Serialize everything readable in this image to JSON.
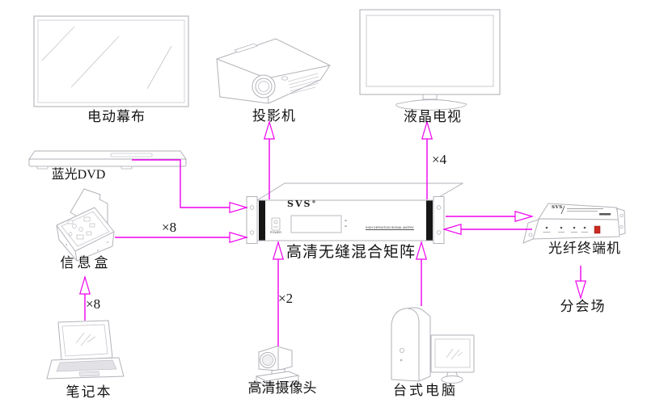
{
  "colors": {
    "arrow": "#ee00ee",
    "outline": "#b2b2ba",
    "outline_light": "#c6c6cc",
    "rack_bar": "#161616",
    "led_red": "#cc2a22"
  },
  "devices": {
    "screen": {
      "label": "电动幕布"
    },
    "projector": {
      "label": "投影机"
    },
    "tv": {
      "label": "液晶电视"
    },
    "dvd": {
      "label": "蓝光DVD"
    },
    "infobox": {
      "label": "信息盒"
    },
    "laptop": {
      "label": "笔记本"
    },
    "matrix": {
      "label": "高清无缝混合矩阵",
      "logo": "SVS",
      "logo_sup": "®",
      "power": "POWER",
      "model": "HIGH DEFINITION SIGNAL MATRIX"
    },
    "camera": {
      "label": "高清摄像头"
    },
    "desktop": {
      "label": "台式电脑"
    },
    "fiber": {
      "label": "光纤终端机",
      "logo": "SVS"
    },
    "venue": {
      "label": "分会场"
    }
  },
  "connections": {
    "infobox_to_matrix": "×8",
    "laptop_to_infobox": "×8",
    "camera_to_matrix": "×2",
    "matrix_to_tv": "×4"
  }
}
